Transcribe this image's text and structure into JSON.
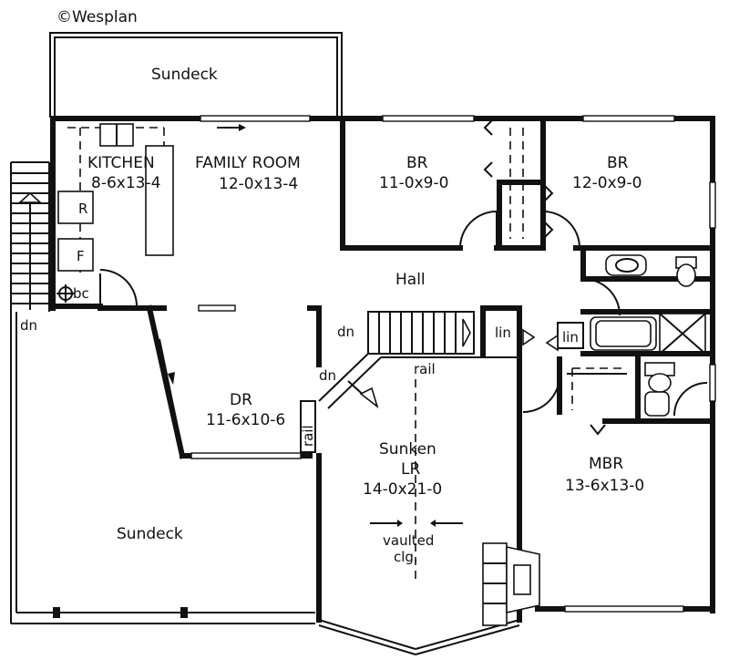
{
  "copyright": "©Wesplan",
  "rooms": {
    "sundeck_top": {
      "name": "Sundeck"
    },
    "kitchen": {
      "name": "KITCHEN",
      "size": "8-6x13-4"
    },
    "family_room": {
      "name": "FAMILY ROOM",
      "size": "12-0x13-4"
    },
    "br1": {
      "name": "BR",
      "size": "11-0x9-0"
    },
    "br2": {
      "name": "BR",
      "size": "12-0x9-0"
    },
    "hall": {
      "name": "Hall"
    },
    "dr": {
      "name": "DR",
      "size": "11-6x10-6"
    },
    "living": {
      "name": "Sunken",
      "name2": "LR",
      "size": "14-0x21-0"
    },
    "mbr": {
      "name": "MBR",
      "size": "13-6x13-0"
    },
    "sundeck_left": {
      "name": "Sundeck"
    }
  },
  "labels": {
    "refrigerator": "R",
    "freezer": "F",
    "broom_closet": "bc",
    "dn_outer_stair": "dn",
    "dn_main_stair": "dn",
    "dn_lr": "dn",
    "rail_top": "rail",
    "rail_side": "rail",
    "linen1": "lin",
    "linen2": "lin",
    "vaulted1": "vaulted",
    "vaulted2": "clg."
  }
}
